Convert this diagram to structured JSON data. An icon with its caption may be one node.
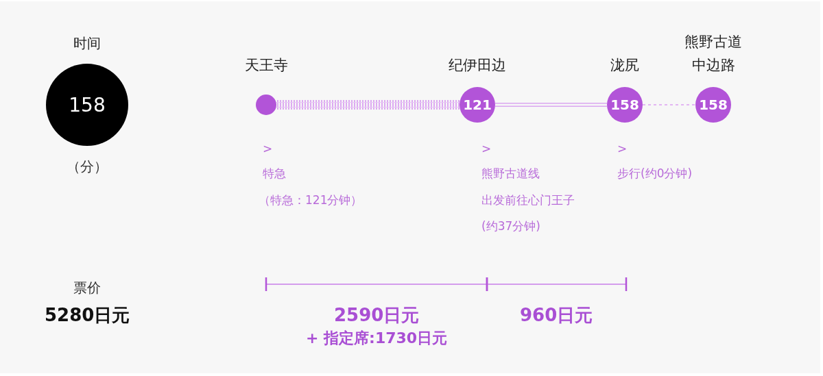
{
  "diagram": {
    "nodes": [
      {
        "text": [
          "时间",
          "158"
        ],
        "beside": [
          "（分）"
        ]
      },
      {
        "text": [
          "天王寺"
        ]
      },
      {
        "text": [
          "纪伊田边",
          "121"
        ]
      },
      {
        "text": [
          "泷尻",
          "158"
        ]
      },
      {
        "text": [
          "熊野古道中边路",
          "158"
        ]
      }
    ],
    "edges": [
      {
        "from": 1,
        "to": 2,
        "arrow": "none",
        "style": "thick"
      },
      {
        "from": 2,
        "to": 3,
        "arrow": "none"
      },
      {
        "from": 3,
        "to": 4,
        "arrow": "none",
        "style": "dashed"
      }
    ],
    "labels": [
      ">",
      "特急",
      "（特急：121分钟）",
      ">",
      "熊野古道线",
      "出发前往心门王子",
      "(约37分钟)",
      ">",
      "步行(约0分钟)",
      "票价",
      "5280日元",
      "2590日元",
      "+ 指定席:1730日元",
      "960日元"
    ]
  }
}
